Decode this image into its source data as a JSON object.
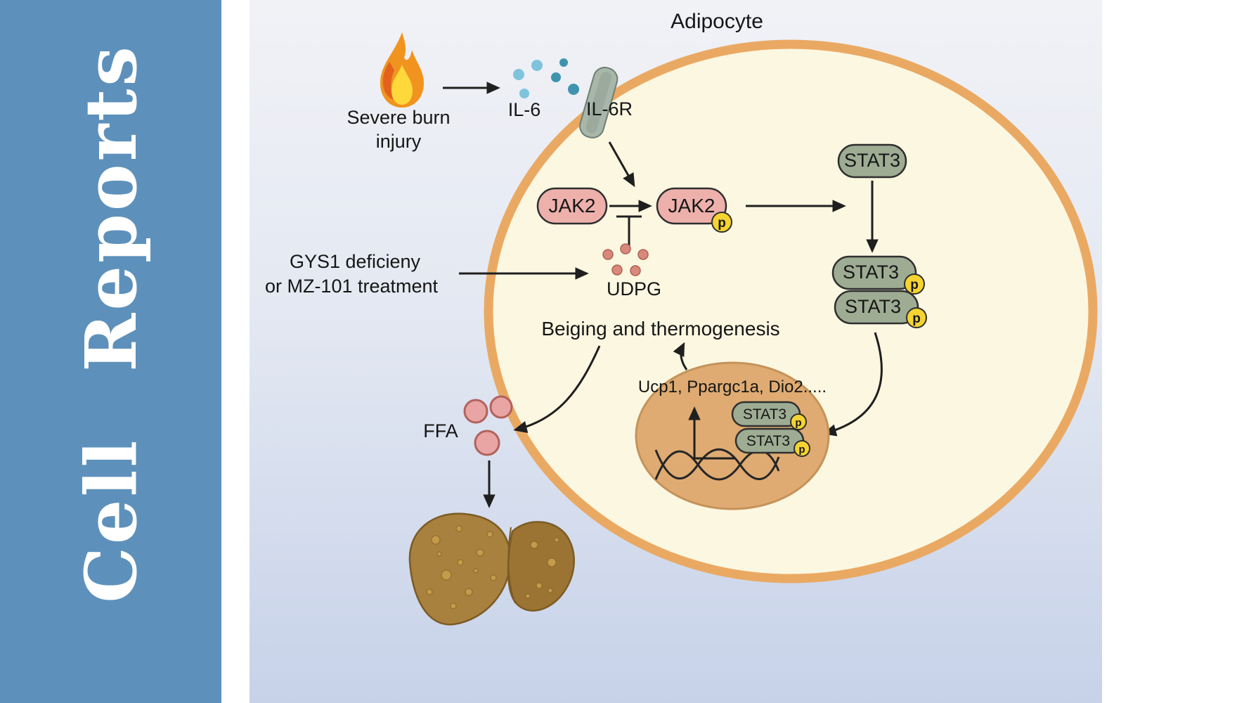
{
  "journal": {
    "name": "Cell Reports"
  },
  "figure": {
    "title": "Adipocyte",
    "burn_label_line1": "Severe burn",
    "burn_label_line2": "injury",
    "il6": "IL-6",
    "il6r": "IL-6R",
    "jak2": "JAK2",
    "stat3": "STAT3",
    "phospho": "p",
    "treatment_line1": "GYS1 deficieny",
    "treatment_line2": "or MZ-101 treatment",
    "udpg": "UDPG",
    "beiging": "Beiging and thermogenesis",
    "genes": "Ucp1, Ppargc1a, Dio2.....",
    "ffa": "FFA"
  },
  "colors": {
    "sidebar_blue": "#5d91bb",
    "cell_fill": "#fcf7e1",
    "membrane_orange": "#eaa963",
    "jak2_pink": "#edb0ab",
    "stat3_green": "#9dac93",
    "phospho_yellow": "#f5d330",
    "nucleus_tan": "#dfab72",
    "il6_blue_light": "#7fc3dd",
    "il6_blue_dark": "#3e94af",
    "receptor_green": "#a9b7ab",
    "udpg_salmon": "#d8897c",
    "ffa_pink": "#e8a5a3",
    "liver_brown": "#a8813f"
  }
}
